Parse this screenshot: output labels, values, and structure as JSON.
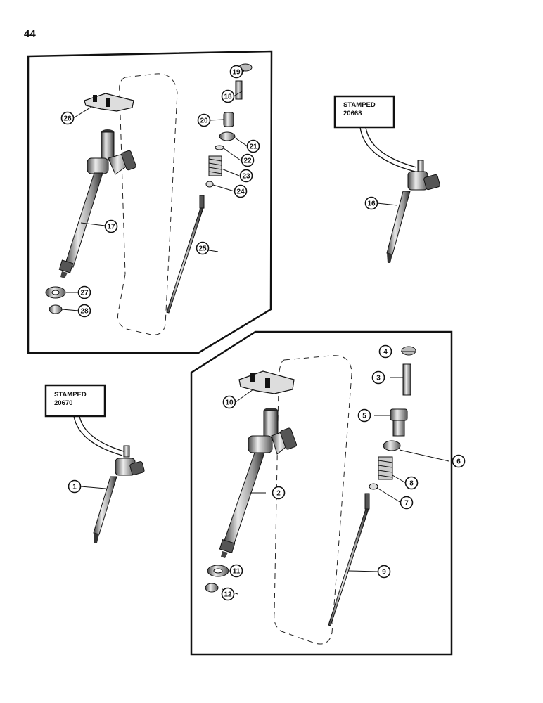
{
  "page": {
    "number": "44"
  },
  "stamps": [
    {
      "line1": "STAMPED",
      "line2": "20668"
    },
    {
      "line1": "STAMPED",
      "line2": "20670"
    }
  ],
  "callouts": [
    "1",
    "2",
    "3",
    "4",
    "5",
    "6",
    "7",
    "8",
    "9",
    "10",
    "11",
    "12",
    "16",
    "17",
    "18",
    "19",
    "20",
    "21",
    "22",
    "23",
    "24",
    "25",
    "26",
    "27",
    "28"
  ]
}
